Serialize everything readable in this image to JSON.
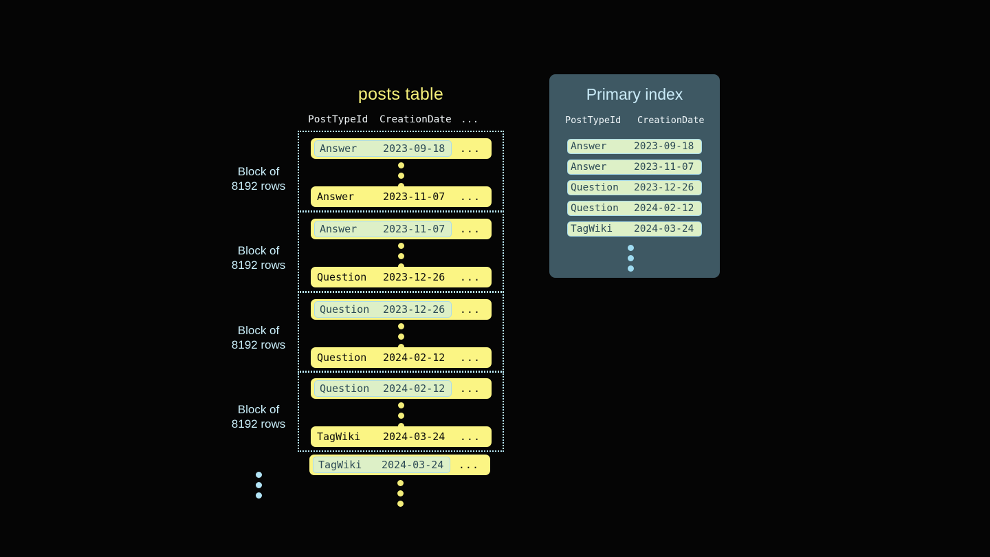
{
  "posts_table": {
    "title": "posts table",
    "columns": [
      "PostTypeId",
      "CreationDate",
      "..."
    ],
    "ellipsis_cell": "...",
    "blocks": [
      {
        "label_line1": "Block of",
        "label_line2": "8192 rows",
        "first_row": {
          "type": "Answer",
          "date": "2023-09-18",
          "more": "...",
          "highlighted": true
        },
        "last_row": {
          "type": "Answer",
          "date": "2023-11-07",
          "more": "...",
          "highlighted": false
        }
      },
      {
        "label_line1": "Block of",
        "label_line2": "8192 rows",
        "first_row": {
          "type": "Answer",
          "date": "2023-11-07",
          "more": "...",
          "highlighted": true
        },
        "last_row": {
          "type": "Question",
          "date": "2023-12-26",
          "more": "...",
          "highlighted": false
        }
      },
      {
        "label_line1": "Block of",
        "label_line2": "8192 rows",
        "first_row": {
          "type": "Question",
          "date": "2023-12-26",
          "more": "...",
          "highlighted": true
        },
        "last_row": {
          "type": "Question",
          "date": "2024-02-12",
          "more": "...",
          "highlighted": false
        }
      },
      {
        "label_line1": "Block of",
        "label_line2": "8192 rows",
        "first_row": {
          "type": "Question",
          "date": "2024-02-12",
          "more": "...",
          "highlighted": true
        },
        "last_row": {
          "type": "TagWiki",
          "date": "2024-03-24",
          "more": "...",
          "highlighted": false
        }
      }
    ],
    "trailing_row": {
      "type": "TagWiki",
      "date": "2024-03-24",
      "more": "...",
      "highlighted": true
    }
  },
  "primary_index": {
    "title": "Primary index",
    "columns": [
      "PostTypeId",
      "CreationDate"
    ],
    "rows": [
      {
        "type": "Answer",
        "date": "2023-09-18"
      },
      {
        "type": "Answer",
        "date": "2023-11-07"
      },
      {
        "type": "Question",
        "date": "2023-12-26"
      },
      {
        "type": "Question",
        "date": "2024-02-12"
      },
      {
        "type": "TagWiki",
        "date": "2024-03-24"
      }
    ]
  },
  "colors": {
    "background": "#050505",
    "row_yellow": "#fbf584",
    "key_highlight": "#ddf0c7",
    "key_border": "#a9dced",
    "title_yellow": "#f5f07a",
    "label_blue": "#c9edf8",
    "panel_slate": "#3e5863",
    "dot_yellow": "#f3ed7a",
    "dot_blue": "#b2e4f6"
  }
}
